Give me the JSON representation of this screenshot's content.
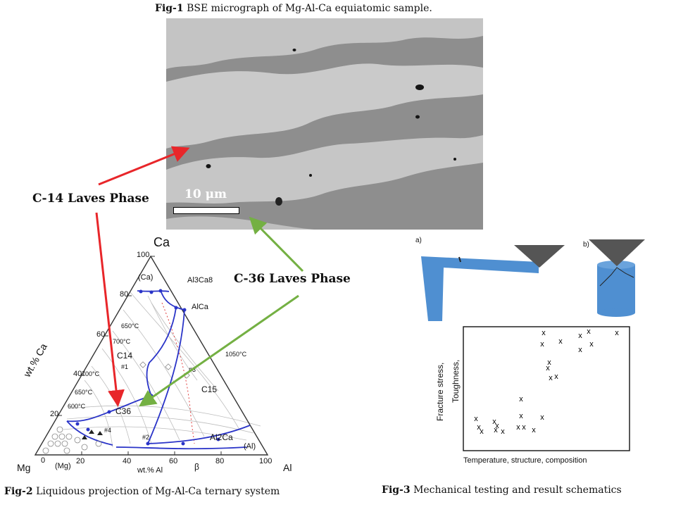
{
  "fig1": {
    "caption_bold": "Fig-1",
    "caption_text": "BSE micrograph of Mg-Al-Ca equiatomic sample.",
    "scale_bar_label": "10 μm"
  },
  "labels": {
    "c14": "C-14 Laves Phase",
    "c36": "C-36 Laves Phase"
  },
  "fig2": {
    "caption_bold": "Fig-2",
    "caption_text": "Liquidous projection of Mg-Al-Ca ternary system",
    "vertex_ca": "Ca",
    "vertex_mg": "Mg",
    "vertex_al": "Al",
    "axis_left": "wt.% Ca",
    "axis_bottom": "wt.% Al",
    "left_ticks": [
      "100",
      "80",
      "60",
      "40",
      "20",
      "0"
    ],
    "bottom_ticks": [
      "20",
      "40",
      "60",
      "80",
      "100"
    ],
    "region_ca": "(Ca)",
    "region_mg": "(Mg)",
    "region_al": "(Al)",
    "phase_al2ca8": "Al3Ca8",
    "phase_alca": "AlCa",
    "phase_al2ca": "Al2Ca",
    "phase_c14": "C14",
    "phase_c15": "C15",
    "phase_c36": "C36",
    "phase_beta": "β",
    "temps": [
      "650°C",
      "700°C",
      "1050°C",
      "700°C",
      "650°C",
      "600°C"
    ],
    "markers": [
      "#1",
      "#2",
      "#3",
      "#4"
    ]
  },
  "fig3": {
    "caption_bold": "Fig-3",
    "caption_text": "Mechanical testing and result schematics",
    "panel_a": "a)",
    "panel_b": "b)",
    "ylabel_1": "Fracture stress,",
    "ylabel_2": "Toughness,",
    "xlabel": "Temperature, structure, composition",
    "marker": "x"
  },
  "colors": {
    "red_arrow": "#e8262a",
    "green_arrow": "#74b043",
    "blue_curve": "#2a34c8",
    "sample_blue": "#4f8fd1"
  }
}
